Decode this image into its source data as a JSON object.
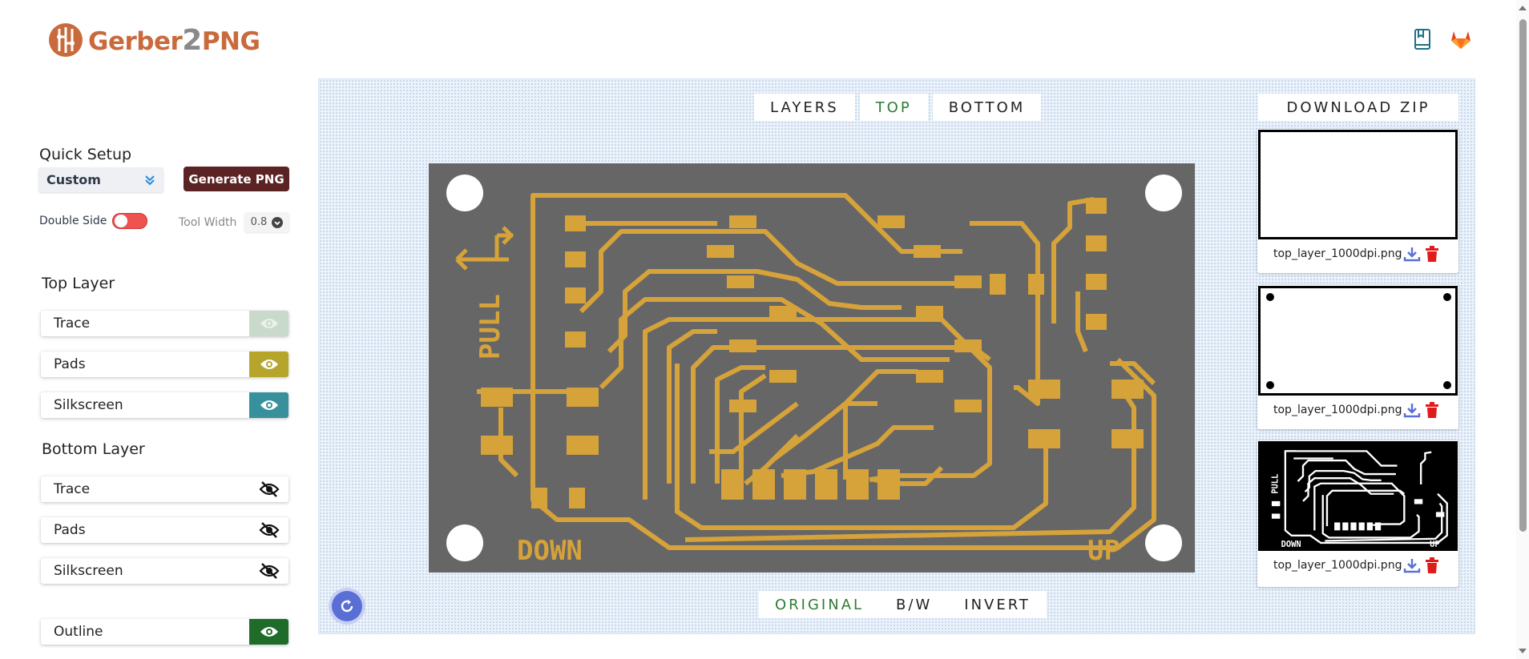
{
  "header": {
    "logo_text_a": "Gerber",
    "logo_text_b": "2",
    "logo_text_c": "PNG",
    "docs_icon": "book-icon",
    "repo_icon": "gitlab-icon"
  },
  "sidebar": {
    "quick_setup_label": "Quick Setup",
    "preset_value": "Custom",
    "generate_label": "Generate PNG",
    "double_side_label": "Double Side",
    "double_side_on": false,
    "tool_width_label": "Tool Width",
    "tool_width_value": "0.8",
    "top_layer_title": "Top Layer",
    "top_layers": [
      {
        "label": "Trace",
        "visible": true,
        "color": "#c9d9cc"
      },
      {
        "label": "Pads",
        "visible": true,
        "color": "#b5a62b"
      },
      {
        "label": "Silkscreen",
        "visible": true,
        "color": "#37909c"
      }
    ],
    "bottom_layer_title": "Bottom Layer",
    "bottom_layers": [
      {
        "label": "Trace",
        "visible": false
      },
      {
        "label": "Pads",
        "visible": false
      },
      {
        "label": "Silkscreen",
        "visible": false
      }
    ],
    "outline": {
      "label": "Outline",
      "visible": true,
      "color": "#1e6b2a"
    }
  },
  "view": {
    "tabs": [
      "LAYERS",
      "TOP",
      "BOTTOM"
    ],
    "active_tab": "TOP",
    "modes": [
      "ORIGINAL",
      "B/W",
      "INVERT"
    ],
    "active_mode": "ORIGINAL",
    "pcb_labels": {
      "pull": "PULL",
      "down": "DOWN",
      "up": "UP"
    },
    "colors": {
      "board": "#666666",
      "copper": "#d6a23a"
    }
  },
  "downloads": {
    "zip_label": "DOWNLOAD ZIP",
    "files": [
      {
        "name": "top_layer_1000dpi.png",
        "preview": "trace-white"
      },
      {
        "name": "top_layer_1000dpi.png",
        "preview": "outline-holes"
      },
      {
        "name": "top_layer_1000dpi.png",
        "preview": "trace-render"
      }
    ]
  }
}
